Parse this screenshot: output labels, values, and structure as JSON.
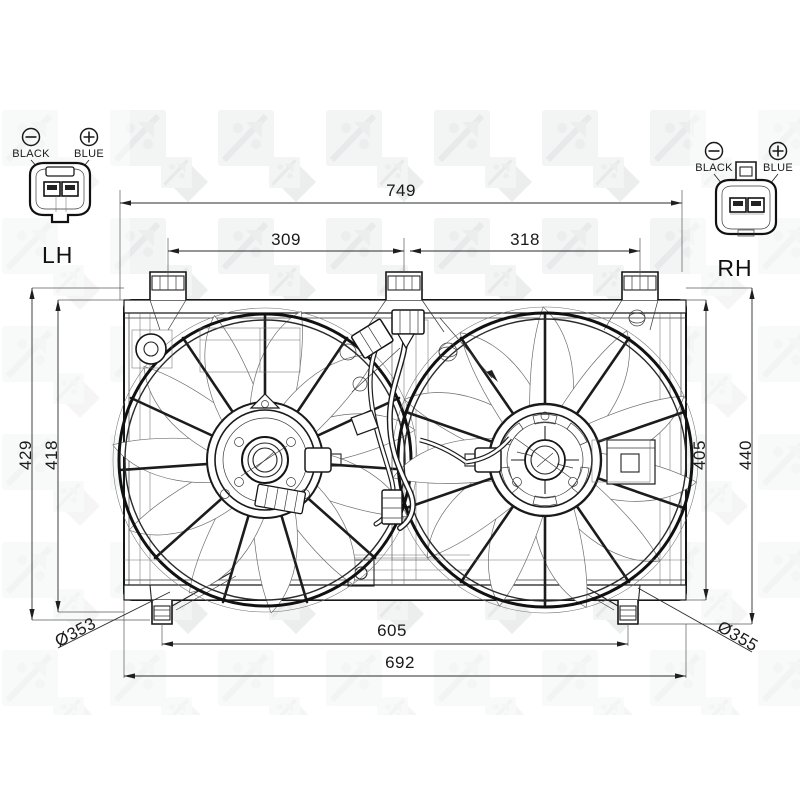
{
  "drawing": {
    "title": "Radiator Cooling Fan Assembly — Dual Fan Module",
    "type": "technical-dimension-drawing",
    "units": "mm",
    "background_watermark": "NRF"
  },
  "dimensions": {
    "top": [
      {
        "id": "overall-width",
        "label": "749"
      },
      {
        "id": "left-fan-offset",
        "label": "309"
      },
      {
        "id": "right-fan-offset",
        "label": "318"
      }
    ],
    "bottom": [
      {
        "id": "mount-hole-span",
        "label": "605"
      },
      {
        "id": "shroud-base-width",
        "label": "692"
      }
    ],
    "left": [
      {
        "id": "overall-height-left",
        "label": "429"
      },
      {
        "id": "shroud-height-left",
        "label": "418"
      }
    ],
    "right": [
      {
        "id": "shroud-height-right",
        "label": "405"
      },
      {
        "id": "overall-height-right",
        "label": "440"
      }
    ],
    "diameters": [
      {
        "id": "left-fan-diameter",
        "label": "Ø353"
      },
      {
        "id": "right-fan-diameter",
        "label": "Ø355"
      }
    ]
  },
  "connectors": {
    "left": {
      "side_label": "LH",
      "terminals": [
        {
          "name": "negative",
          "label": "BLACK",
          "symbol": "⊖"
        },
        {
          "name": "positive",
          "label": "BLUE",
          "symbol": "⊕"
        }
      ]
    },
    "right": {
      "side_label": "RH",
      "terminals": [
        {
          "name": "negative",
          "label": "BLACK",
          "symbol": "⊖"
        },
        {
          "name": "positive",
          "label": "BLUE",
          "symbol": "⊕"
        }
      ]
    }
  },
  "colors": {
    "line": "#1a1a1a",
    "dimension": "#2b2b2b",
    "watermark": "#ececed",
    "background": "#ffffff"
  }
}
